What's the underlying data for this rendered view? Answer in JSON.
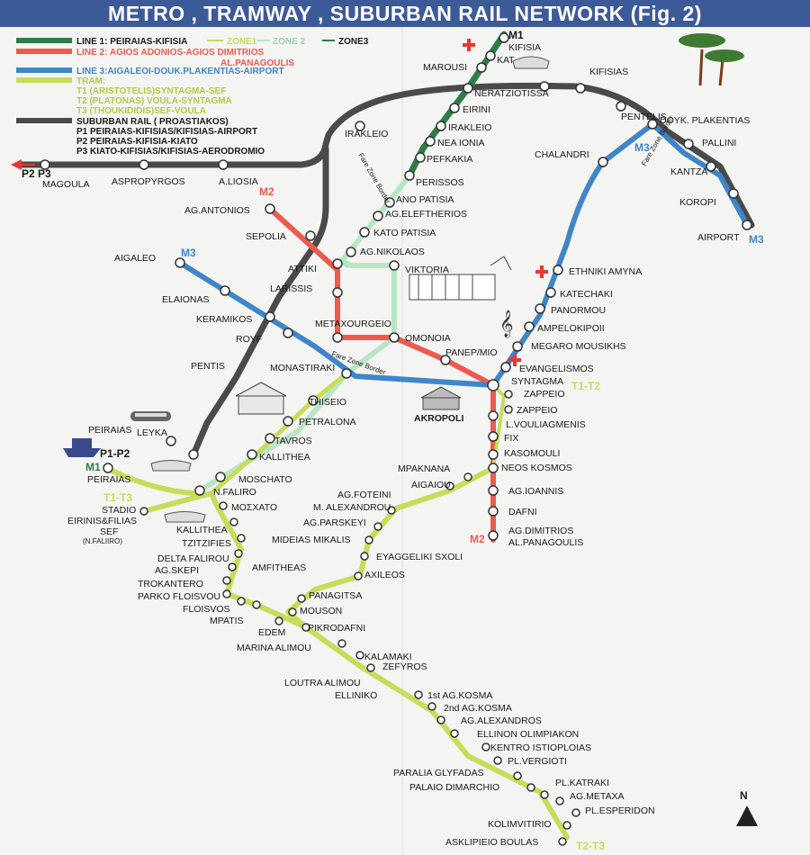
{
  "title": "METRO , TRAMWAY , SUBURBAN RAIL NETWORK (Fig. 2)",
  "colors": {
    "line1": "#2e7d48",
    "line1_zone2": "#b8e6c4",
    "line2": "#ec5b4e",
    "line3": "#3f86c8",
    "tram": "#c8dc5a",
    "suburban": "#4a4a4a",
    "header": "#3d5a98",
    "hospital": "#e53935"
  },
  "legend": {
    "line1": "LINE 1: PEIRAIAS-KIFISIA",
    "zone1": "ZONE1",
    "zone2": "ZONE 2",
    "zone3": "ZONE3",
    "line2_a": "LINE 2: AGIOS ADONIOS-AGIOS DIMITRIOS",
    "line2_b": "AL.PANAGOULIS",
    "line3": "LINE 3:AIGALEOI-DOUK.PLAKENTIAS-AIRPORT",
    "tram": "TRAM:",
    "t1": "T1 (ARISTOTELIS)SYNTAGMA-SEF",
    "t2": "T2 (PLATONAS) VOULA-SYNTAGMA",
    "t3": "T3 (THOUKIDIDIS)SEF-VOULA",
    "suburban": "SUBURBAN RAIL ( PROASTIAKOS)",
    "p1": "P1 PEIRAIAS-KIFISIAS/KIFISIAS-AIRPORT",
    "p2": "P2 PEIRAIAS-KIFISIA-KIATO",
    "p3": "P3 KIATO-KIFISIAS/KIFISIAS-AERODROMIO"
  },
  "map_labels": {
    "m1_top": "M1",
    "m1_bottom": "M1",
    "m2_top": "M2",
    "m2_bottom": "M2",
    "m3_left": "M3",
    "m3_right": "M3",
    "m3_airport": "M3",
    "p2p3": "P2 P3",
    "p1p2": "P1-P2",
    "t1t3": "T1-T3",
    "t1t2": "T1-T2",
    "t2t3": "T2-T3",
    "fare_zone": "Fare Zone Border",
    "north": "N",
    "akropoli": "AKROPOLI",
    "stadio_sub": "(N.FALIIRO)"
  },
  "stations": {
    "kifisia": "KIFISIA",
    "kat": "KAT",
    "marousi": "MAROUSI",
    "neratziotissa": "NERATZIOTISSA",
    "eirini": "EIRINI",
    "irakleio": "IRAKLEIO",
    "nea_ionia": "NEA IONIA",
    "pefkakia": "PEFKAKIA",
    "perissos": "PERISSOS",
    "ano_patisia": "ANO PATISIA",
    "ag_eleftherios": "AG.ELEFTHERIOS",
    "kato_patisia": "KATO PATISIA",
    "ag_nikolaos": "AG.NIKOLAOS",
    "attiki": "ATTIKI",
    "viktoria": "VIKTORIA",
    "omonoia": "OMONOIA",
    "monastiraki": "MONASTIRAKI",
    "thiseio": "THISEIO",
    "petralona": "PETRALONA",
    "tavros": "TAVROS",
    "kallithea": "KALLITHEA",
    "moschato": "MOSCHATO",
    "n_faliro": "N.FALIRO",
    "peiraias": "PEIRAIAS",
    "irakleio_sub": "IRAKLEIO",
    "kifisias": "KIFISIAS",
    "pentelis": "PENTELIS",
    "douk_plakentias": "DOYK. PLAKENTIAS",
    "pallini": "PALLINI",
    "kantza": "KANTZA",
    "koropi": "KOROPI",
    "airport": "AIRPORT",
    "magoula": "MAGOULA",
    "aspropyrgos": "ASPROPYRGOS",
    "a_liosia": "A.LIOSIA",
    "ag_antonios": "AG.ANTONIOS",
    "sepolia": "SEPOLIA",
    "larissis": "LARISSIS",
    "metaxourgeio": "METAXOURGEIO",
    "panep_mio": "PANEP/MIO",
    "syntagma": "SYNTAGMA",
    "akropoli": "AKROPOLI",
    "zappeio_m2": "ZAPPEIO",
    "l_vouliagmenis": "L.VOULIAGMENIS",
    "fix": "FIX",
    "kasomouli": "KASOMOULI",
    "neos_kosmos": "NEOS KOSMOS",
    "ag_ioannis": "AG.IOANNIS",
    "dafni": "DAFNI",
    "ag_dimitrios_1": "AG.DIMITRIOS",
    "ag_dimitrios_2": "AL.PANAGOULIS",
    "aigaleo": "AIGALEO",
    "elaionas": "ELAIONAS",
    "keramikos": "KERAMIKOS",
    "royf": "ROYF",
    "pentis": "PENTIS",
    "leyka": "LEYKA",
    "peiraias_sub": "PEIRAIAS",
    "chalandri": "CHALANDRI",
    "ethniki_amyna": "ETHNIKI AMYNA",
    "katechaki": "KATECHAKI",
    "panormou": "PANORMOU",
    "ampelokipoi": "AMPELOKIPOII",
    "megaro_mousikis": "MEGARO MOUSIKHS",
    "evangelismos": "EVANGELISMOS",
    "zappeio_tram": "ZAPPEIO",
    "mpaknana": "MPAKNANA",
    "aigaiou": "AIGAIOU",
    "ag_foteini": "AG.FOTEINI",
    "m_alexandrou": "M. ALEXANDROU",
    "ag_paraskevi": "AG.PARSKEYI",
    "mideias_mikalis": "MIDEIAS MIKALIS",
    "eyaggeliki": "EYAGGELIKI SXOLI",
    "axileos": "AXILEOS",
    "panagitsa": "PANAGITSA",
    "mouson": "MOUSON",
    "stadio": "STADIO",
    "eirinis_filias": "EIRINIS&FILIAS",
    "sef": "SEF",
    "mosxato_tram": "ΜΟΣΧΑΤΟ",
    "kallithea_tram": "KALLITHEA",
    "tzitzifies": "TZITZIFIES",
    "delta_falirou": "DELTA FALIROU",
    "ag_skepi": "AG.SKEPI",
    "trokantero": "TROKANTERO",
    "parko_floisvou": "PARKO FLOISVOU",
    "floisvos": "FLOISVOS",
    "mpatis": "MPATIS",
    "edem": "EDEM",
    "amfitheas": "AMFITHEAS",
    "pikrodafni": "PIKRODAFNI",
    "marina_alimou": "MARINA ALIMOU",
    "kalamaki": "KALAMAKI",
    "zefyros": "ZEFYROS",
    "loutra_alimou": "LOUTRA ALIMOU",
    "elliniko": "ELLINIKO",
    "ag_kosma_1": "1st AG.KOSMA",
    "ag_kosma_2": "2nd AG.KOSMA",
    "ag_alexandros": "AG.ALEXANDROS",
    "ellinon_olimpiakon": "ELLINON OLIMPIAKON",
    "kentro_istioploias": "KENTRO ISTIOPLOIAS",
    "pl_vergioti": "PL.VERGIOTI",
    "paralia_glyfadas": "PARALIA GLYFADAS",
    "palaio_dimarchio": "PALAIO DIMARCHIO",
    "pl_katraki": "PL.KATRAKI",
    "ag_metaxa": "AG.METAXA",
    "pl_esperidon": "PL.ESPERIDON",
    "kolimvitirio": "KOLIMVITIRIO",
    "asklipieio_voulas": "ASKLIPIEIO BOULAS"
  }
}
